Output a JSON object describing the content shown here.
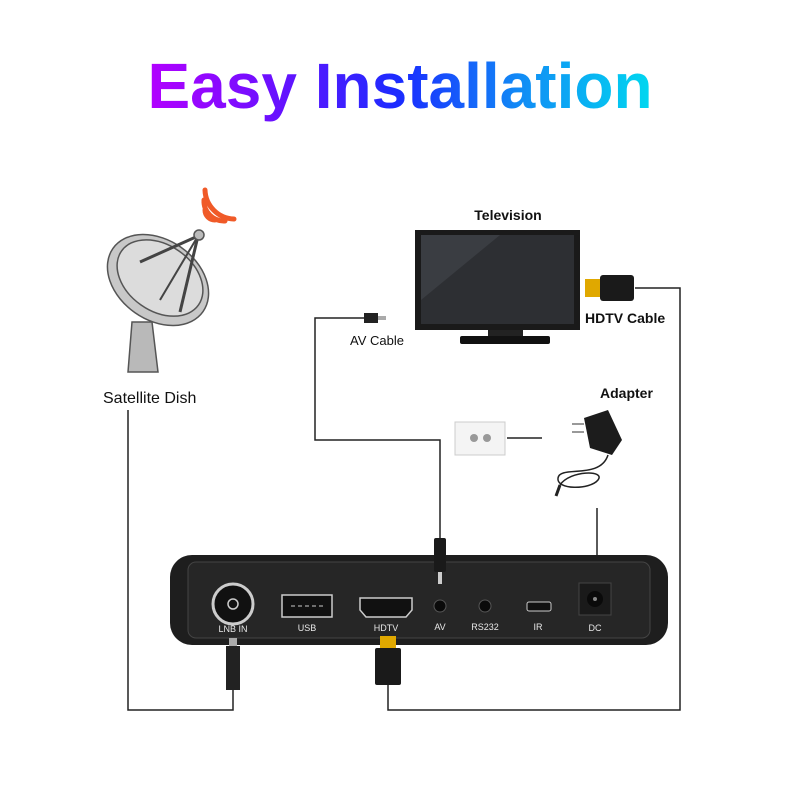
{
  "title": "Easy Installation",
  "labels": {
    "satellite_dish": "Satellite Dish",
    "television": "Television",
    "hdtv_cable": "HDTV Cable",
    "av_cable": "AV Cable",
    "adapter": "Adapter"
  },
  "ports": [
    "LNB IN",
    "USB",
    "HDTV",
    "AV",
    "RS232",
    "IR",
    "DC"
  ],
  "colors": {
    "signal": "#f05a28",
    "device": "#1e1e1e",
    "hdmi_gold": "#e0a800"
  }
}
